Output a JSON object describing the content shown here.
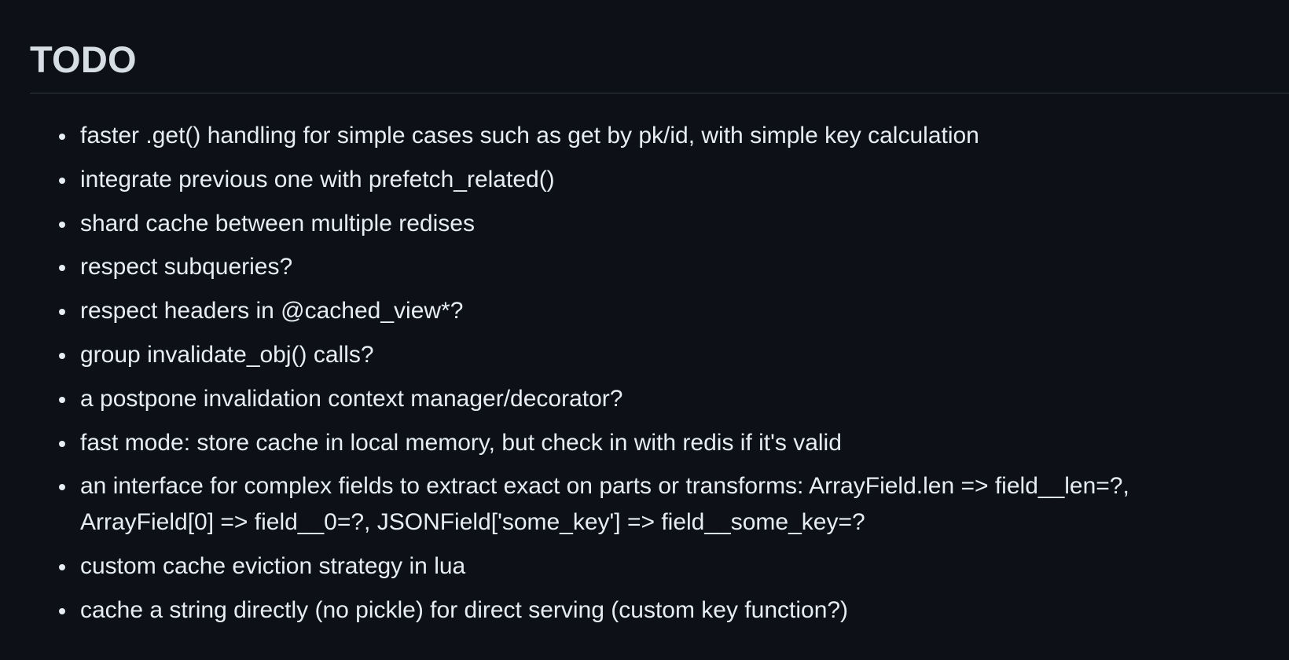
{
  "heading": "TODO",
  "items": [
    {
      "lines": [
        "faster .get() handling for simple cases such as get by pk/id, with simple key calculation"
      ]
    },
    {
      "lines": [
        "integrate previous one with prefetch_related()"
      ]
    },
    {
      "lines": [
        "shard cache between multiple redises"
      ]
    },
    {
      "lines": [
        "respect subqueries?"
      ]
    },
    {
      "lines": [
        "respect headers in @cached_view*?"
      ]
    },
    {
      "lines": [
        "group invalidate_obj() calls?"
      ]
    },
    {
      "lines": [
        "a postpone invalidation context manager/decorator?"
      ]
    },
    {
      "lines": [
        "fast mode: store cache in local memory, but check in with redis if it's valid"
      ]
    },
    {
      "lines": [
        "an interface for complex fields to extract exact on parts or transforms: ArrayField.len => field__len=?,",
        "ArrayField[0] => field__0=?, JSONField['some_key'] => field__some_key=?"
      ]
    },
    {
      "lines": [
        "custom cache eviction strategy in lua"
      ]
    },
    {
      "lines": [
        "cache a string directly (no pickle) for direct serving (custom key function?)"
      ]
    }
  ]
}
